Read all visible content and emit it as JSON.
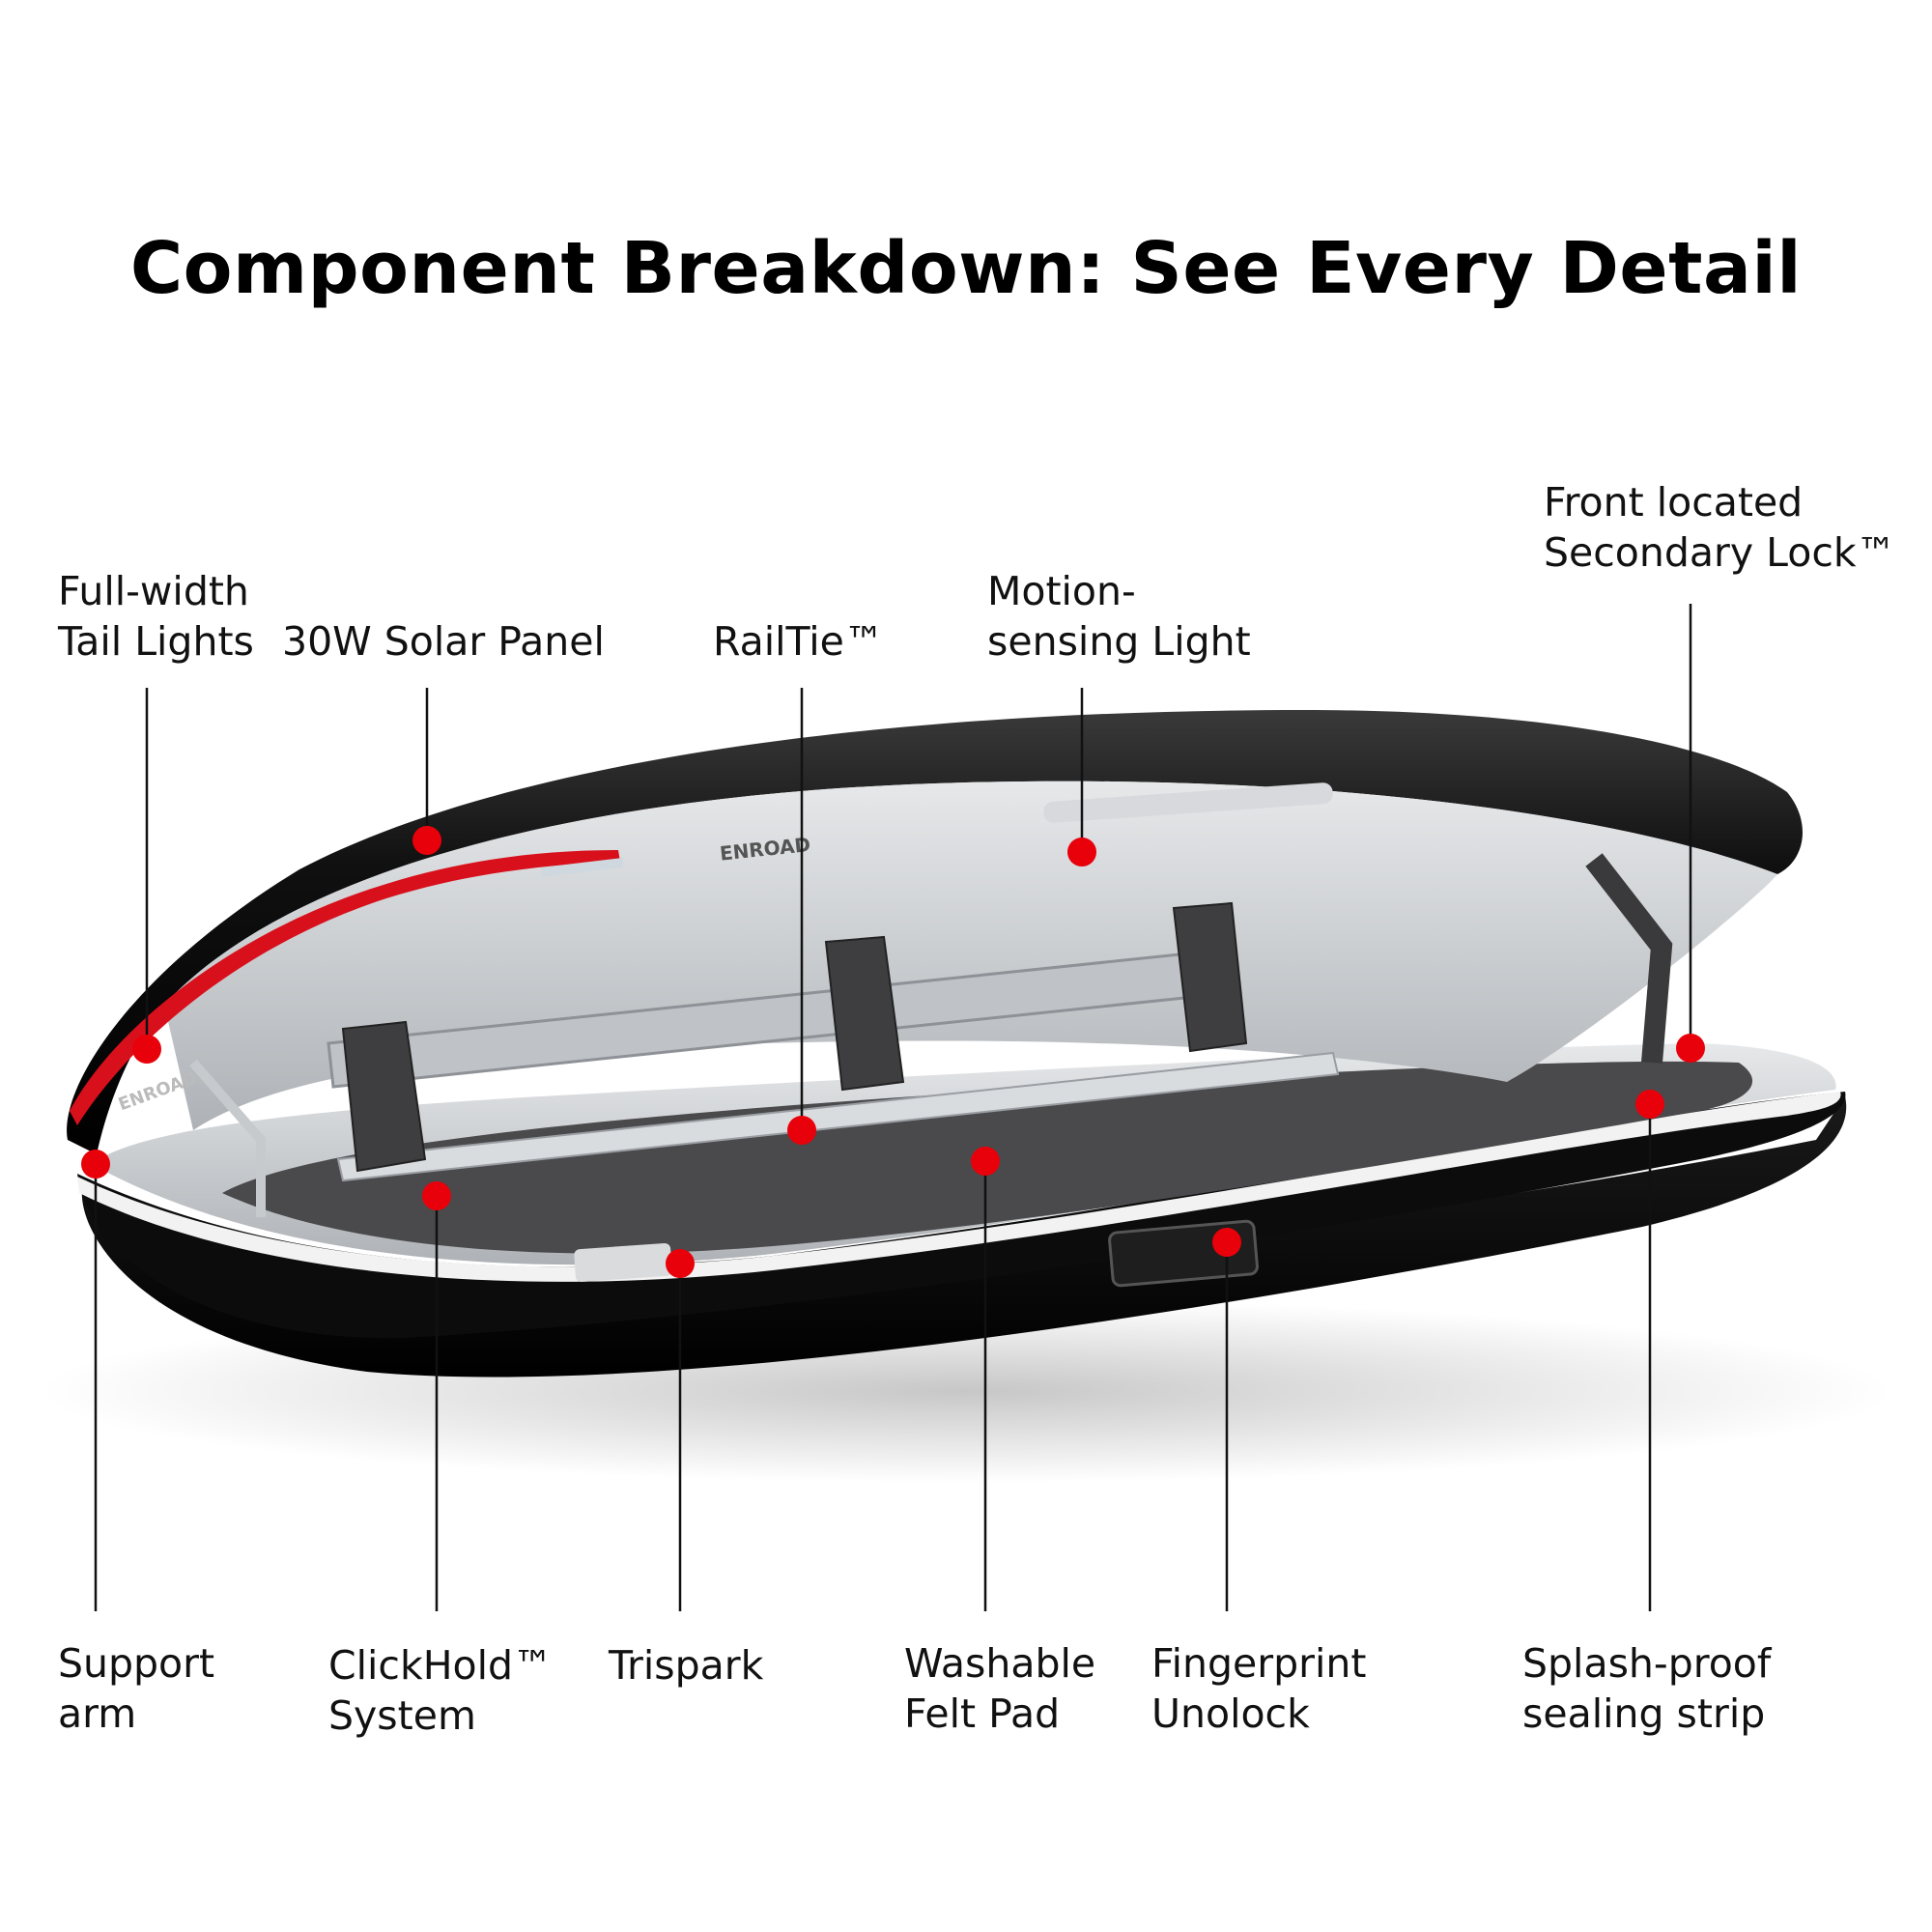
{
  "title": "Component Breakdown: See Every Detail",
  "brand": {
    "lid_logo": "ENROAD",
    "tail_logo": "ENROAD"
  },
  "colors": {
    "marker": "#e8000a",
    "shell": "#0b0b0b",
    "interior": "#cfd2d5",
    "felt": "#4a4a4c",
    "tail_light": "#d8101c"
  },
  "callouts_top": [
    {
      "id": "tail-lights",
      "lines": [
        "Full-width",
        "Tail Lights"
      ]
    },
    {
      "id": "solar-panel",
      "lines": [
        "30W Solar Panel"
      ]
    },
    {
      "id": "railtie",
      "lines": [
        "RailTie™"
      ]
    },
    {
      "id": "motion-light",
      "lines": [
        "Motion-",
        "sensing Light"
      ]
    },
    {
      "id": "secondary-lock",
      "lines": [
        "Front located",
        "Secondary Lock™"
      ]
    }
  ],
  "callouts_bottom": [
    {
      "id": "support-arm",
      "lines": [
        "Support",
        "arm"
      ]
    },
    {
      "id": "clickhold",
      "lines": [
        "ClickHold™",
        "System"
      ]
    },
    {
      "id": "trispark",
      "lines": [
        "Trispark"
      ]
    },
    {
      "id": "felt-pad",
      "lines": [
        "Washable",
        "Felt Pad"
      ]
    },
    {
      "id": "fingerprint",
      "lines": [
        "Fingerprint",
        "Unolock"
      ]
    },
    {
      "id": "sealing-strip",
      "lines": [
        "Splash-proof",
        "sealing strip"
      ]
    }
  ]
}
